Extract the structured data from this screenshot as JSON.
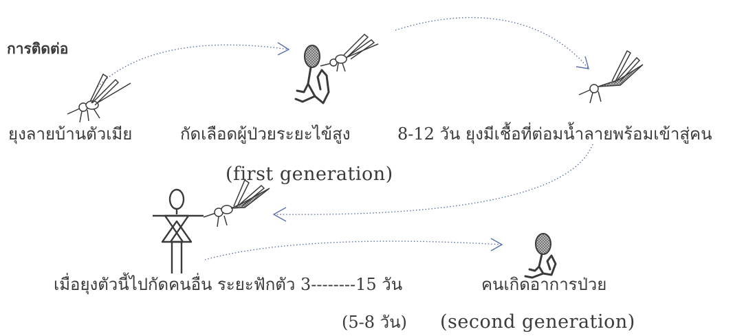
{
  "title": "การติดต่อ",
  "labels": {
    "stage1": "ยุงลายบ้านตัวเมีย",
    "stage2": "กัดเลือดผู้ป่วยระยะไข้สูง",
    "stage3": "8-12  วัน ยุงมีเชื้อที่ต่อมน้ำลายพร้อมเข้าสู่คน",
    "first_generation": "(first generation)",
    "stage4": "เมื่อยุงตัวนี้ไปกัดคนอื่น  ระยะฟักตัว 3--------15 วัน",
    "incubation_range": "(5-8 วัน)",
    "stage5": "คนเกิดอาการป่วย",
    "second_generation": "(second  generation)"
  },
  "colors": {
    "ink": "#3a3a3a",
    "arrow": "#5a6fa8",
    "shade": "#9a9a9a"
  },
  "icons": [
    "mosquito-icon",
    "sick-person-icon",
    "standing-person-icon"
  ]
}
